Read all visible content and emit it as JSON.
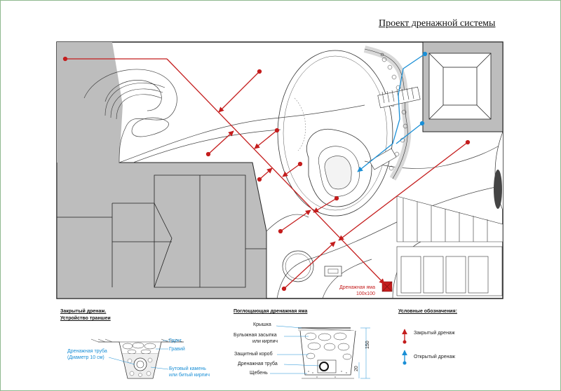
{
  "title": "Проект дренажной системы",
  "pit_label": {
    "name": "Дренажная яма",
    "size": "100x100"
  },
  "section1": {
    "title_line1": "Закрытый дренаж.",
    "title_line2": "Устройство траншеи",
    "labels": {
      "soil": "Грунт",
      "gravel": "Гравий",
      "pipe_line1": "Дренажная труба",
      "pipe_line2": "(Диаметр 10 см)",
      "stone_line1": "Бутовый камень",
      "stone_line2": "или битый кирпич"
    }
  },
  "section2": {
    "title": "Поглощающая дренажная яма",
    "labels": {
      "lid": "Крышка",
      "fill_line1": "Булыжная засыпка",
      "fill_line2": "или кирпич",
      "box": "Защитный короб",
      "pipe": "Дренажная труба",
      "gravel": "Щебень"
    },
    "dims": {
      "height": "150",
      "pipe_offset": "20"
    }
  },
  "legend": {
    "title": "Условные обозначения:",
    "items": [
      {
        "label": "Закрытый дренаж",
        "color": "#c41d1d"
      },
      {
        "label": "Открытый дренаж",
        "color": "#1a8fd6"
      }
    ]
  },
  "colors": {
    "closed_drain": "#c41d1d",
    "open_drain": "#1a8fd6",
    "building": "#b8b8b8",
    "lawn": "#ffffff"
  }
}
